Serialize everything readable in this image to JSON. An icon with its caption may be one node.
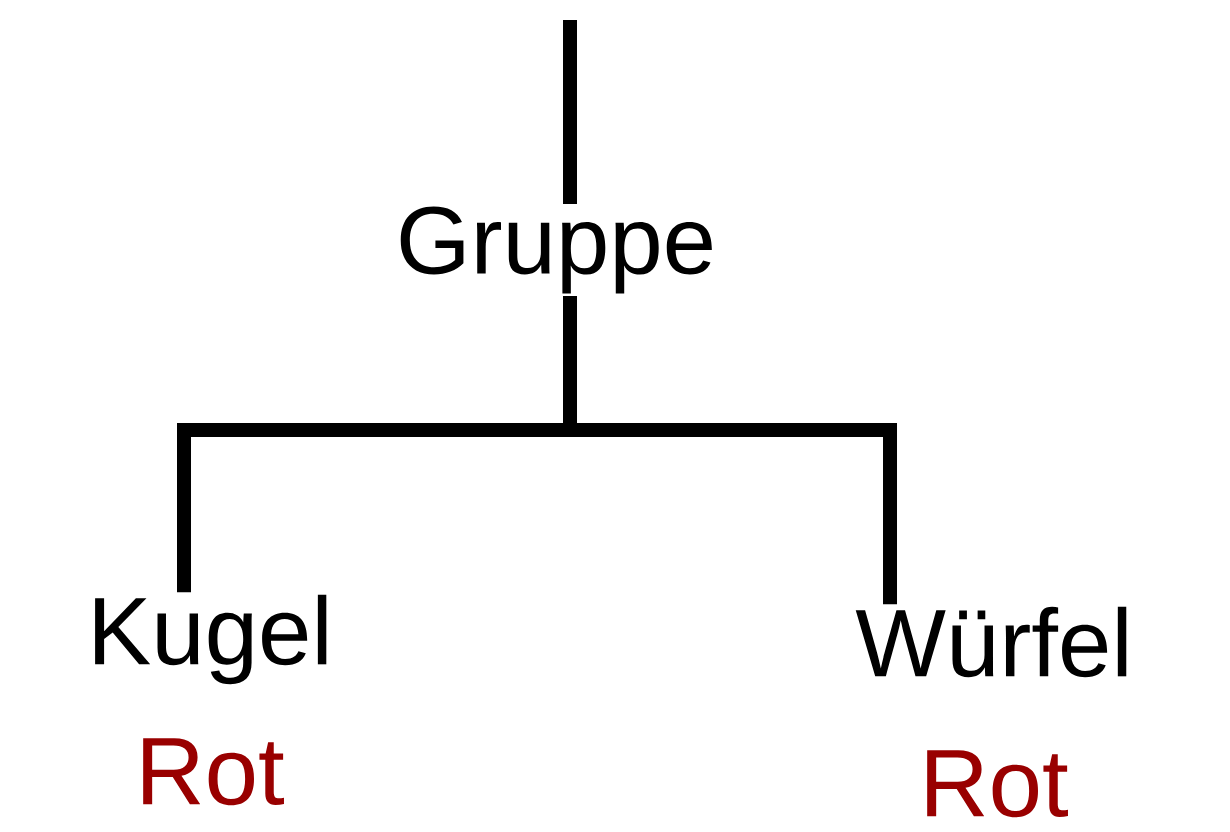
{
  "diagram": {
    "nodes": [
      {
        "text": [
          "Gruppe"
        ]
      },
      {
        "text": [
          "Kugel",
          "Rot"
        ]
      },
      {
        "text": [
          "Würfel",
          "Rot"
        ]
      }
    ],
    "edges": [
      {
        "from": null,
        "to": 0,
        "arrow": "none"
      },
      {
        "from": 0,
        "to": 1,
        "arrow": "none"
      },
      {
        "from": 0,
        "to": 2,
        "arrow": "none"
      }
    ]
  }
}
